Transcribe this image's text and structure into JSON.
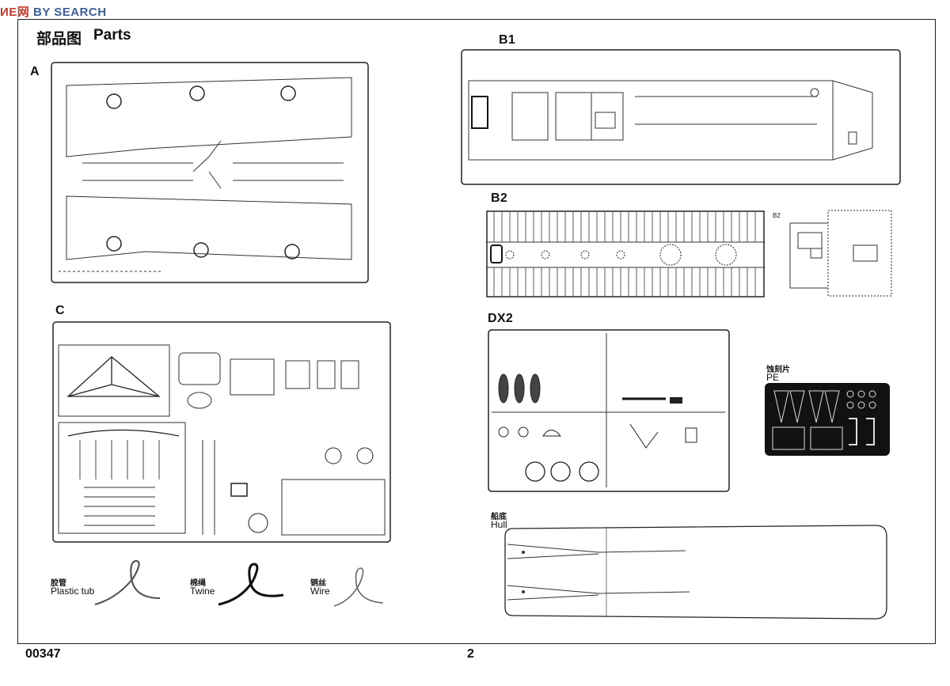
{
  "watermark": {
    "part1": "ИЕ",
    "part2": "网",
    "part3": "BY SEARCH"
  },
  "header": {
    "title_cn": "部品图",
    "title_en": "Parts"
  },
  "sprues": {
    "A": {
      "label": "A"
    },
    "B1": {
      "label": "B1"
    },
    "B2": {
      "label": "B2",
      "tag": "B2"
    },
    "C": {
      "label": "C"
    },
    "DX2": {
      "label": "DX2"
    },
    "PE": {
      "label_cn": "蚀刻片",
      "label_en": "PE"
    },
    "Hull": {
      "label_cn": "船底",
      "label_en": "Hull"
    }
  },
  "materials": [
    {
      "label_cn": "胶管",
      "label_en": "Plastic tub"
    },
    {
      "label_cn": "棉绳",
      "label_en": "Twine"
    },
    {
      "label_cn": "铜丝",
      "label_en": "Wire"
    }
  ],
  "footer": {
    "code": "00347",
    "page": "2"
  }
}
